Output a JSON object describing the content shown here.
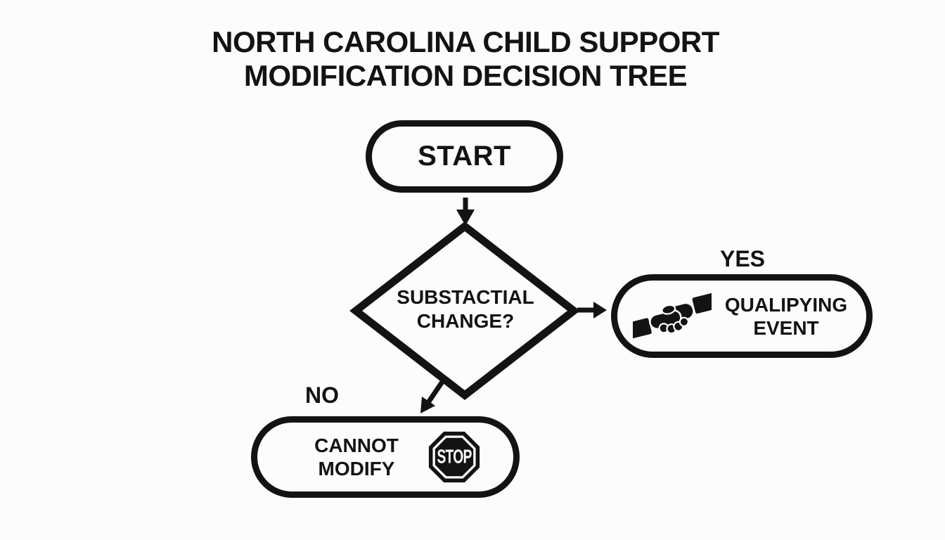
{
  "title": {
    "line1": "NORTH CAROLINA CHILD SUPPORT",
    "line2": "MODIFICATION DECISION TREE"
  },
  "flowchart": {
    "start_node": {
      "label": "START"
    },
    "decision_node": {
      "label": "SUBSTACTIAL CHANGE?"
    },
    "yes_branch": {
      "branch_label": "YES",
      "node_label": "QUALIPYING EVENT",
      "icon": "handshake-icon"
    },
    "no_branch": {
      "branch_label": "NO",
      "node_label": "CANNOT MODIFY",
      "icon": "stop-sign-icon",
      "stop_sign_text": "STOP"
    }
  },
  "colors": {
    "ink": "#131313",
    "background": "#fcfcfc",
    "stop_sign_text_color": "#ffffff"
  }
}
